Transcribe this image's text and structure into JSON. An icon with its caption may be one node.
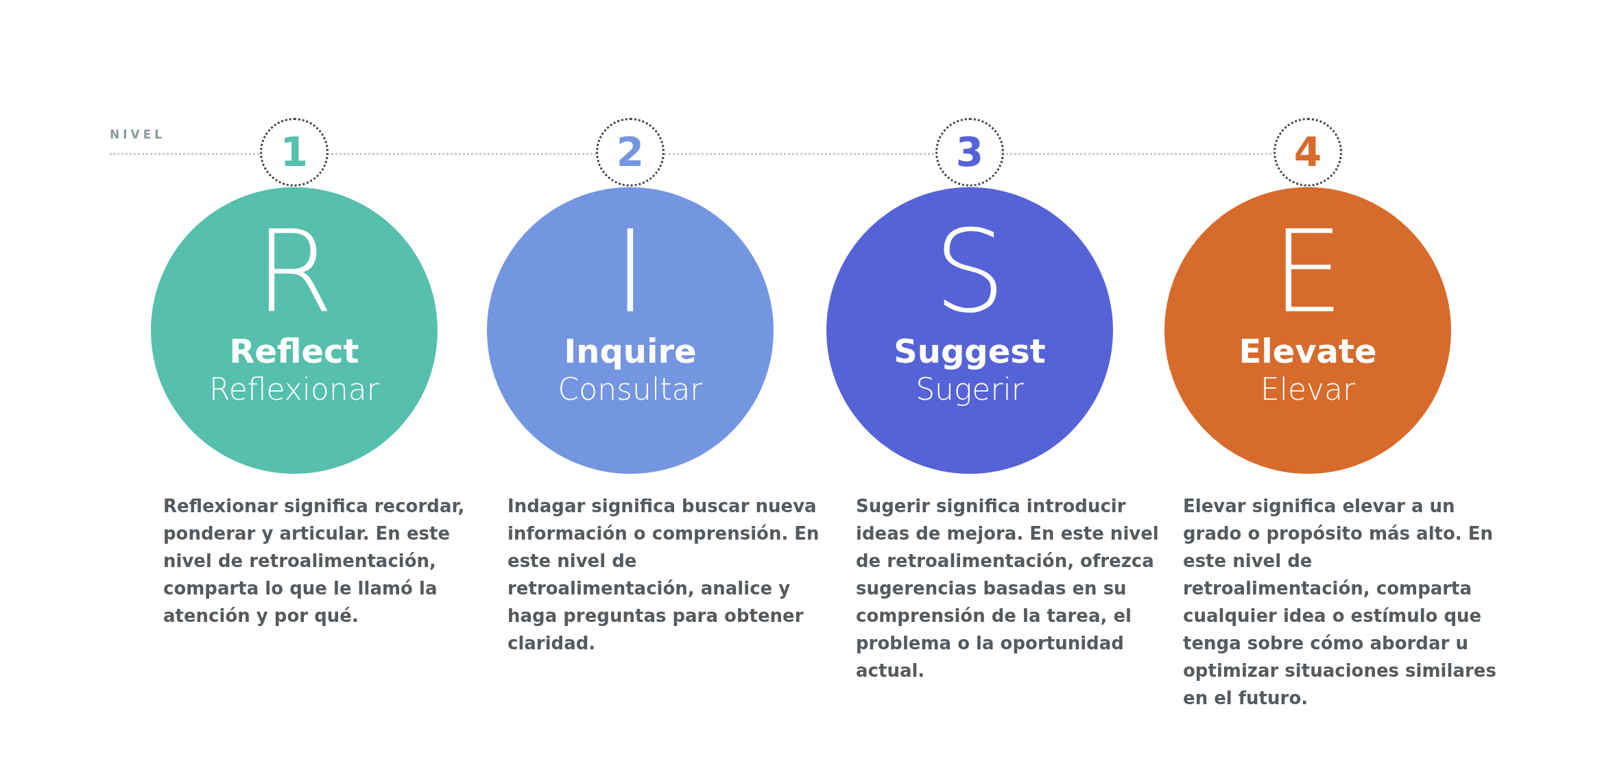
{
  "diagram": {
    "nodes": [
      {
        "text": [
          "1"
        ]
      },
      {
        "text": [
          "R",
          "Reflect",
          "Reflexionar"
        ],
        "beside": [
          "Reflexionar significa recordar, ponderar y articular. En este nivel de retroalimentación, comparta lo que le llamó la atención y por qué."
        ]
      },
      {
        "text": [
          "2"
        ]
      },
      {
        "text": [
          "I",
          "Inquire",
          "Consultar"
        ],
        "beside": [
          "Indagar significa buscar nueva información o comprensión. En este nivel de retroalimentación, analice y haga preguntas para obtener claridad."
        ]
      },
      {
        "text": [
          "3"
        ]
      },
      {
        "text": [
          "S",
          "Suggest",
          "Sugerir"
        ],
        "beside": [
          "Sugerir significa introducir ideas de mejora. En este nivel de retroalimentación, ofrezca sugerencias basadas en su comprensión de la tarea, el problema o la oportunidad actual."
        ]
      },
      {
        "text": [
          "4"
        ]
      },
      {
        "text": [
          "E",
          "Elevate",
          "Elevar"
        ],
        "beside": [
          "Elevar significa elevar a un grado o propósito más alto. En este nivel de retroalimentación, comparta cualquier idea o estímulo que tenga sobre cómo abordar u optimizar situaciones similares en el futuro."
        ]
      }
    ],
    "labels": [
      "NIVEL"
    ]
  }
}
